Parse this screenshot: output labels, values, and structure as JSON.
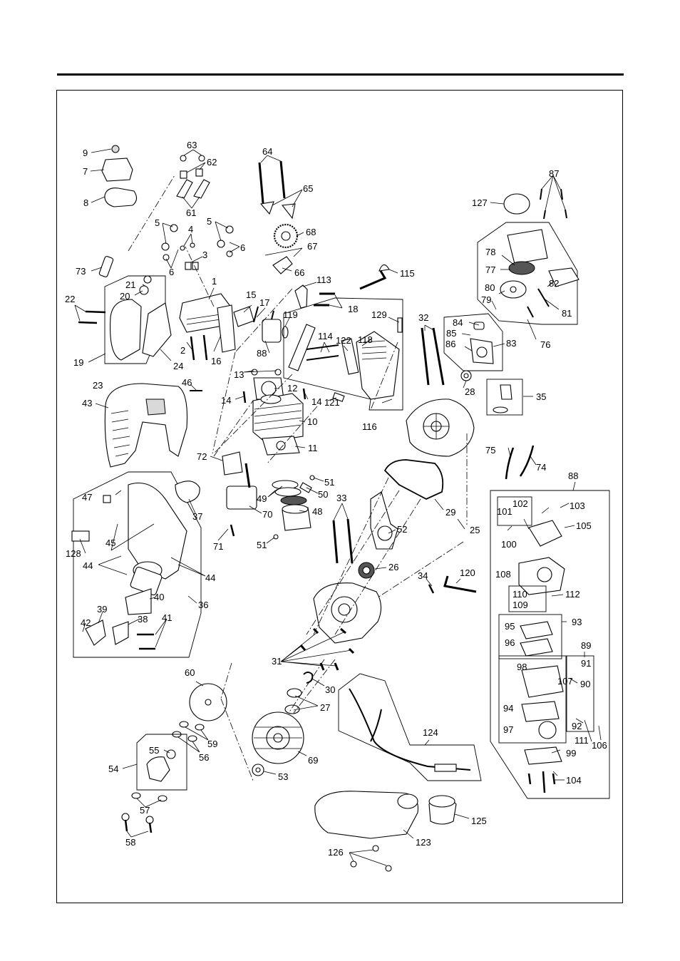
{
  "labels": {
    "l1": "1",
    "l2": "2",
    "l3": "3",
    "l4": "4",
    "l5a": "5",
    "l5b": "5",
    "l6a": "6",
    "l6b": "6",
    "l7": "7",
    "l8": "8",
    "l9": "9",
    "l10": "10",
    "l11": "11",
    "l12": "12",
    "l13": "13",
    "l14a": "14",
    "l14b": "14",
    "l15": "15",
    "l16": "16",
    "l17": "17",
    "l18": "18",
    "l19": "19",
    "l20": "20",
    "l21": "21",
    "l22": "22",
    "l23": "23",
    "l24": "24",
    "l25": "25",
    "l26": "26",
    "l27": "27",
    "l28": "28",
    "l29": "29",
    "l30": "30",
    "l31": "31",
    "l32": "32",
    "l33": "33",
    "l34": "34",
    "l35": "35",
    "l36": "36",
    "l37": "37",
    "l38": "38",
    "l39": "39",
    "l40": "40",
    "l41": "41",
    "l42": "42",
    "l43": "43",
    "l44a": "44",
    "l44b": "44",
    "l45": "45",
    "l46": "46",
    "l47": "47",
    "l48": "48",
    "l49": "49",
    "l50": "50",
    "l51a": "51",
    "l51b": "51",
    "l52": "52",
    "l53": "53",
    "l54": "54",
    "l55": "55",
    "l56": "56",
    "l57": "57",
    "l58": "58",
    "l59": "59",
    "l60": "60",
    "l61": "61",
    "l62": "62",
    "l63": "63",
    "l64": "64",
    "l65": "65",
    "l66": "66",
    "l67": "67",
    "l68": "68",
    "l69": "69",
    "l70": "70",
    "l71": "71",
    "l72": "72",
    "l73": "73",
    "l74": "74",
    "l75": "75",
    "l76": "76",
    "l77": "77",
    "l78": "78",
    "l79": "79",
    "l80": "80",
    "l81": "81",
    "l82": "82",
    "l83": "83",
    "l84": "84",
    "l85": "85",
    "l86": "86",
    "l87": "87",
    "l88a": "88",
    "l88b": "88",
    "l89": "89",
    "l90": "90",
    "l91": "91",
    "l92": "92",
    "l93": "93",
    "l94": "94",
    "l95": "95",
    "l96": "96",
    "l97": "97",
    "l98": "98",
    "l99": "99",
    "l100": "100",
    "l101": "101",
    "l102": "102",
    "l103": "103",
    "l104": "104",
    "l105": "105",
    "l106": "106",
    "l107": "107",
    "l108": "108",
    "l109": "109",
    "l110": "110",
    "l111": "111",
    "l112": "112",
    "l113": "113",
    "l114": "114",
    "l115": "115",
    "l116": "116",
    "l118": "118",
    "l119": "119",
    "l120": "120",
    "l121": "121",
    "l122": "122",
    "l123": "123",
    "l124": "124",
    "l125": "125",
    "l126": "126",
    "l127": "127",
    "l128": "128",
    "l129": "129"
  }
}
